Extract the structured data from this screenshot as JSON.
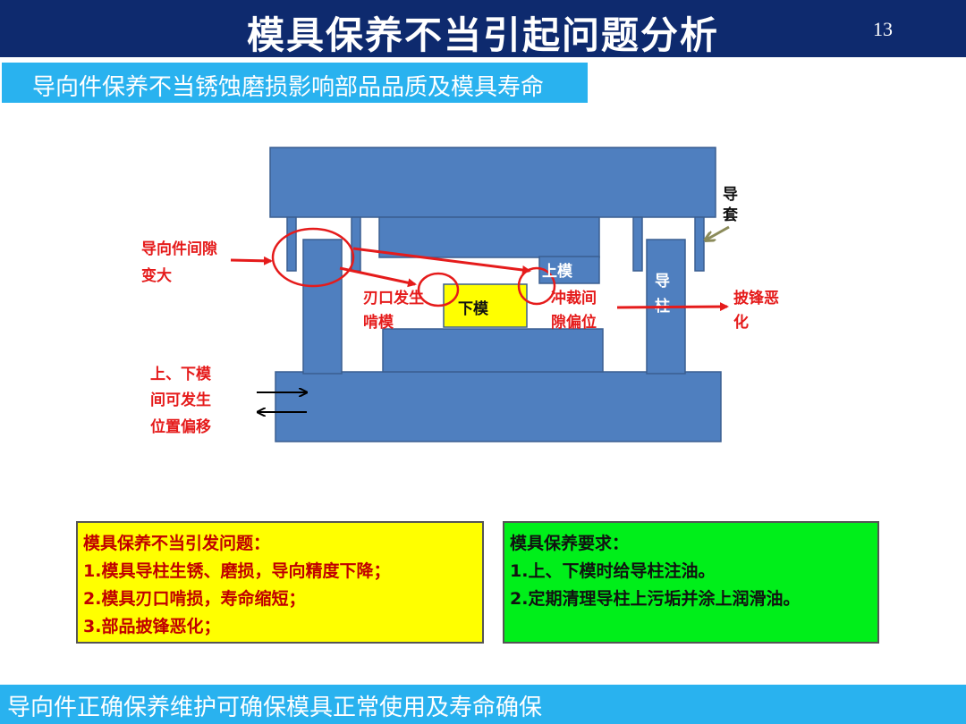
{
  "header": {
    "title": "模具保养不当引起问题分析",
    "page_number": "13"
  },
  "subtitle": "导向件保养不当锈蚀磨损影响部品品质及模具寿命",
  "diagram": {
    "labels": {
      "guide_sleeve_1": "导",
      "guide_sleeve_2": "套",
      "guide_gap_1": "导向件间隙",
      "guide_gap_2": "变大",
      "upper_die": "上模",
      "lower_die": "下模",
      "edge_chip_1": "刃口发生",
      "edge_chip_2": "啃模",
      "punch_gap_1": "冲裁间",
      "punch_gap_2": "隙偏位",
      "guide_post_1": "导",
      "guide_post_2": "柱",
      "burr_1": "披锋恶",
      "burr_2": "化",
      "offset_1": "上、下模",
      "offset_2": "间可发生",
      "offset_3": "位置偏移"
    },
    "colors": {
      "mold": "#4f7fbf",
      "lower_die": "#ffff00",
      "annotation": "#e51b1b",
      "sleeve_arrow": "#8b8b5a"
    }
  },
  "problems": {
    "title": "模具保养不当引发问题：",
    "items": [
      "1.模具导柱生锈、磨损，导向精度下降；",
      "2.模具刃口啃损，寿命缩短；",
      "3.部品披锋恶化；"
    ]
  },
  "requirements": {
    "title": "模具保养要求：",
    "items": [
      "1.上、下模时给导柱注油。",
      "2.定期清理导柱上污垢并涂上润滑油。"
    ]
  },
  "footer": "导向件正确保养维护可确保模具正常使用及寿命确保"
}
